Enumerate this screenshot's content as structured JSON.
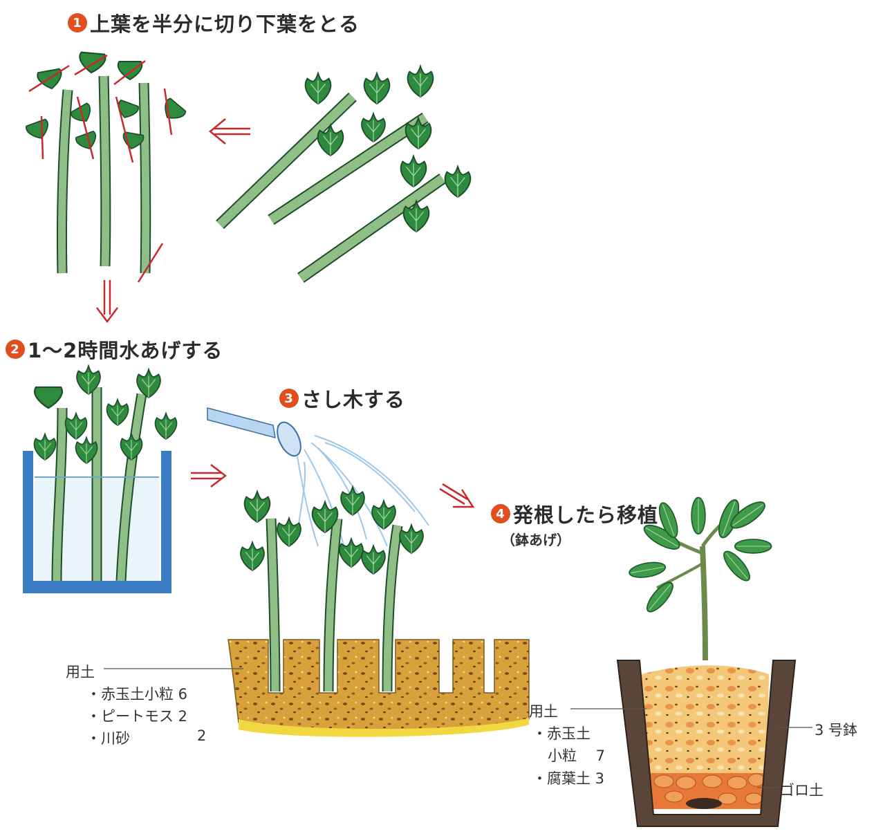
{
  "steps": [
    {
      "num": "1",
      "title": "上葉を半分に切り下葉をとる"
    },
    {
      "num": "2",
      "title": "1～2時間水あげする"
    },
    {
      "num": "3",
      "title": "さし木する"
    },
    {
      "num": "4",
      "title": "発根したら移植",
      "subtitle": "（鉢あげ）"
    }
  ],
  "soil3": {
    "heading": "用土",
    "items": [
      "・赤玉土小粒 6",
      "・ピートモス 2",
      "・川砂",
      "2"
    ]
  },
  "soil4": {
    "heading": "用土",
    "items": [
      "・赤玉土",
      "小粒　 7",
      "・腐葉土 3"
    ],
    "pot_label": "3 号鉢",
    "bottom_label": "ゴロ土"
  },
  "colors": {
    "badge": "#e0501f",
    "arrow": "#c8282c",
    "leaf": "#2e8b3e",
    "stem": "#8fbf86",
    "water_glass": "#3a7cc4",
    "soil": "#d4a43a",
    "pot": "#5a4638"
  }
}
